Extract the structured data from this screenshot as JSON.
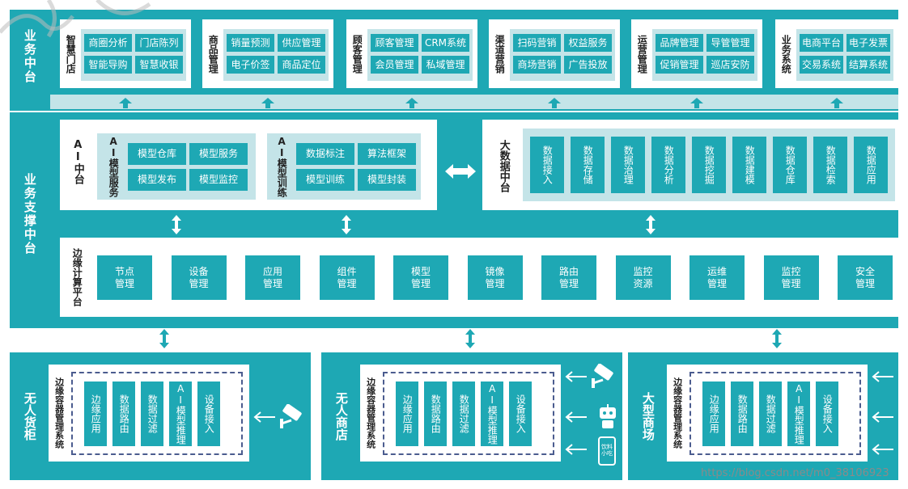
{
  "top_row": {
    "side_label": "业务中台",
    "groups": [
      {
        "label": "智慧门店",
        "items": [
          "商圈分析",
          "门店陈列",
          "智能导购",
          "智慧收银"
        ]
      },
      {
        "label": "商品管理",
        "items": [
          "销量预测",
          "供应管理",
          "电子价签",
          "商品定位"
        ]
      },
      {
        "label": "顾客管理",
        "items": [
          "顾客管理",
          "CRM系统",
          "会员管理",
          "私域管理"
        ]
      },
      {
        "label": "渠道营销",
        "items": [
          "扫码营销",
          "权益服务",
          "商场营销",
          "广告投放"
        ]
      },
      {
        "label": "运营管理",
        "items": [
          "品牌管理",
          "导管管理",
          "促销管理",
          "巡店安防"
        ]
      },
      {
        "label": "业务系统",
        "items": [
          "电商平台",
          "电子发票",
          "交易系统",
          "结算系统"
        ]
      }
    ]
  },
  "support": {
    "side_label": "业务支撑中台",
    "ai": {
      "label": "AI中台",
      "service_label": "AI模型服务",
      "service_items": [
        "模型仓库",
        "模型服务",
        "模型发布",
        "模型监控"
      ],
      "train_label": "AI模型训练",
      "train_items": [
        "数据标注",
        "算法框架",
        "模型训练",
        "模型封装"
      ]
    },
    "bigdata": {
      "label": "大数据中台",
      "items": [
        "数据接入",
        "数据存储",
        "数据治理",
        "数据分析",
        "数据挖掘",
        "数据建模",
        "数据仓库",
        "数据检索",
        "数据应用"
      ]
    },
    "edge": {
      "label": "边缘计算平台",
      "items": [
        "节点管理",
        "设备管理",
        "应用管理",
        "组件管理",
        "模型管理",
        "镜像管理",
        "路由管理",
        "监控资源",
        "运维管理",
        "监控管理",
        "安全管理"
      ]
    }
  },
  "bottom": {
    "container_label": "边缘容器管理系统",
    "items": [
      "边缘应用",
      "数据路由",
      "数据过滤",
      "AI模型推理",
      "设备接入"
    ],
    "sites": [
      "无人货柜",
      "无人商店",
      "大型商场"
    ],
    "vending_text": "饮料小吃"
  },
  "watermark": "https://blog.csdn.net/m0_38106923"
}
